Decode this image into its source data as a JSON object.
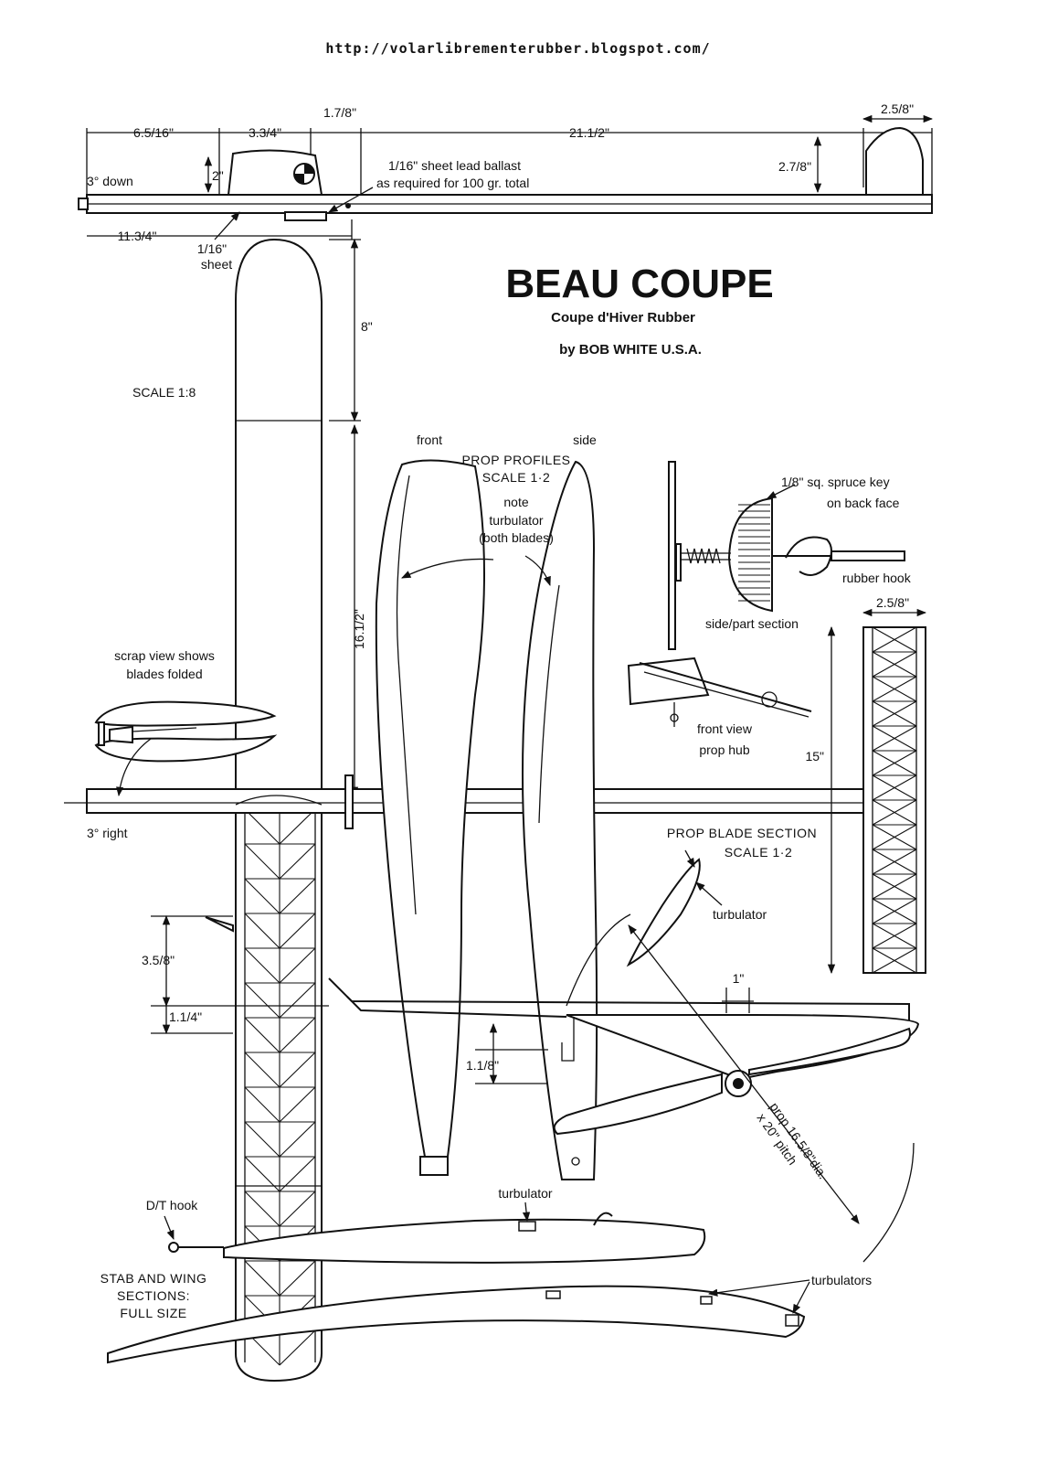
{
  "header": {
    "url": "http://volarlibrementerubber.blogspot.com/"
  },
  "title": {
    "main": "BEAU COUPE",
    "subtitle": "Coupe d'Hiver Rubber",
    "byline": "by BOB WHITE   U.S.A."
  },
  "scale_note": "SCALE 1:8",
  "side_view": {
    "dims": {
      "d1": "6.5/16\"",
      "d2": "3.3/4\"",
      "d3": "1.7/8\"",
      "d4": "21.1/2\"",
      "d5": "2.5/8\"",
      "d6": "2\"",
      "d7": "2.7/8\"",
      "d8": "11.3/4\""
    },
    "down_thrust": "3° down",
    "ballast_note_1": "1/16\" sheet lead ballast",
    "ballast_note_2": "as required for 100 gr. total",
    "sheet_1": "1/16\"",
    "sheet_2": "sheet"
  },
  "wing": {
    "dim_8": "8\"",
    "dim_16": "16.1/2\"",
    "dim_3_5_8": "3.5/8\"",
    "dim_1_1_4": "1.1/4\"",
    "dim_1_1_8": "1.1/8\"",
    "right_thrust": "3° right"
  },
  "prop_profiles": {
    "front": "front",
    "side": "side",
    "heading_1": "PROP PROFILES",
    "heading_2": "SCALE 1·2",
    "note_1": "note",
    "note_2": "turbulator",
    "note_3": "(both blades)"
  },
  "hub": {
    "key_1": "1/8\" sq. spruce key",
    "key_2": "on back face",
    "hook": "rubber hook",
    "section": "side/part section",
    "front_view_1": "front view",
    "front_view_2": "prop hub"
  },
  "stab": {
    "dim_w": "2.5/8\"",
    "dim_h": "15\""
  },
  "scrap": {
    "line1": "scrap view shows",
    "line2": "blades folded"
  },
  "blade_section": {
    "heading_1": "PROP BLADE SECTION",
    "heading_2": "SCALE 1·2",
    "turbulator": "turbulator"
  },
  "prop": {
    "one_inch": "1\"",
    "label_1": "prop 16.5/8\"dia.",
    "label_2": "x 20\" pitch"
  },
  "sections": {
    "dt_hook": "D/T hook",
    "turbulator": "turbulator",
    "turbulators": "turbulators",
    "label_1": "STAB AND WING",
    "label_2": "SECTIONS:",
    "label_3": "FULL SIZE"
  }
}
